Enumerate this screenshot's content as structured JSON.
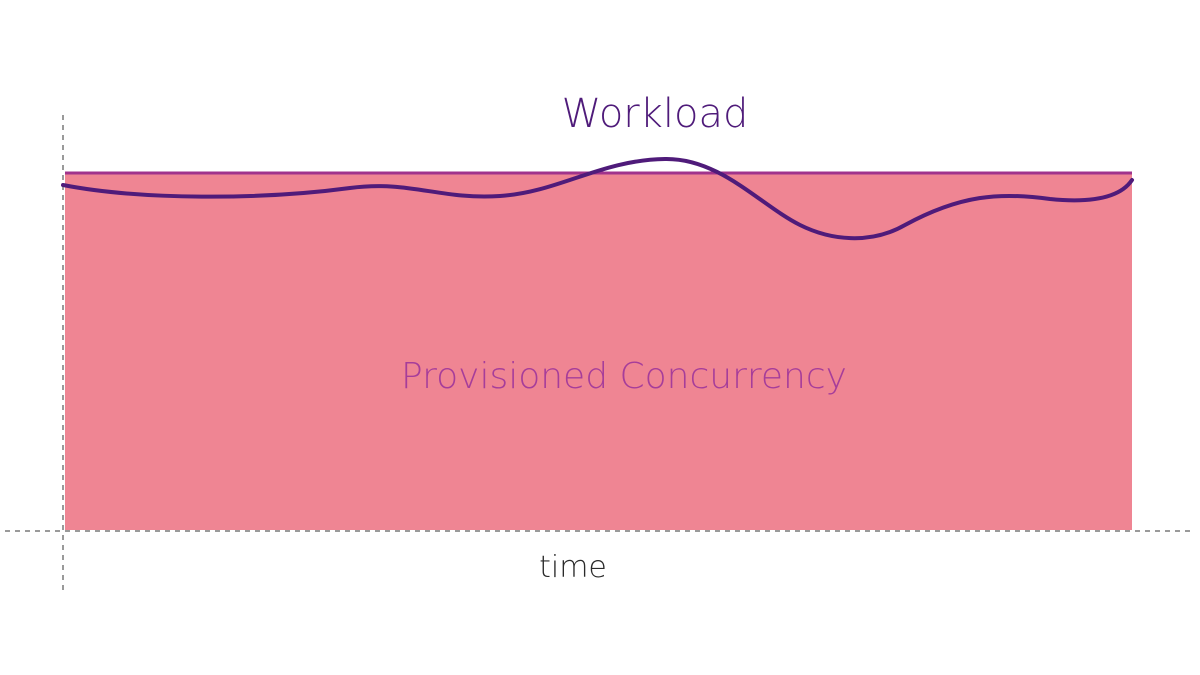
{
  "labels": {
    "workload": "Workload",
    "provisioned": "Provisioned Concurrency",
    "time": "time"
  },
  "colors": {
    "background": "#ffffff",
    "provisioned_fill": "#ef8593",
    "provisioned_top_line": "#a0338c",
    "workload_line": "#4f1b7a",
    "workload_text": "#4f1b7a",
    "provisioned_text": "#a63d9a",
    "time_text": "#2a2a2a",
    "axis": "#9a9a9a"
  }
}
